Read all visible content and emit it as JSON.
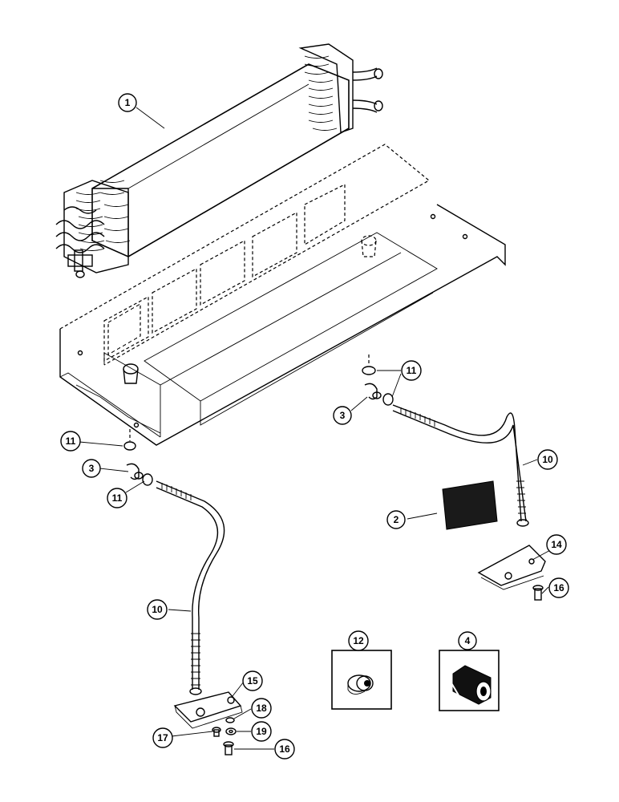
{
  "callouts": [
    {
      "id": "c1",
      "label": "1"
    },
    {
      "id": "c2",
      "label": "2"
    },
    {
      "id": "c3a",
      "label": "3"
    },
    {
      "id": "c3b",
      "label": "3"
    },
    {
      "id": "c4",
      "label": "4"
    },
    {
      "id": "c10a",
      "label": "10"
    },
    {
      "id": "c10b",
      "label": "10"
    },
    {
      "id": "c11a",
      "label": "11"
    },
    {
      "id": "c11b",
      "label": "11"
    },
    {
      "id": "c11c",
      "label": "11"
    },
    {
      "id": "c12",
      "label": "12"
    },
    {
      "id": "c14",
      "label": "14"
    },
    {
      "id": "c15",
      "label": "15"
    },
    {
      "id": "c16a",
      "label": "16"
    },
    {
      "id": "c16b",
      "label": "16"
    },
    {
      "id": "c17",
      "label": "17"
    },
    {
      "id": "c18",
      "label": "18"
    },
    {
      "id": "c19",
      "label": "19"
    }
  ]
}
